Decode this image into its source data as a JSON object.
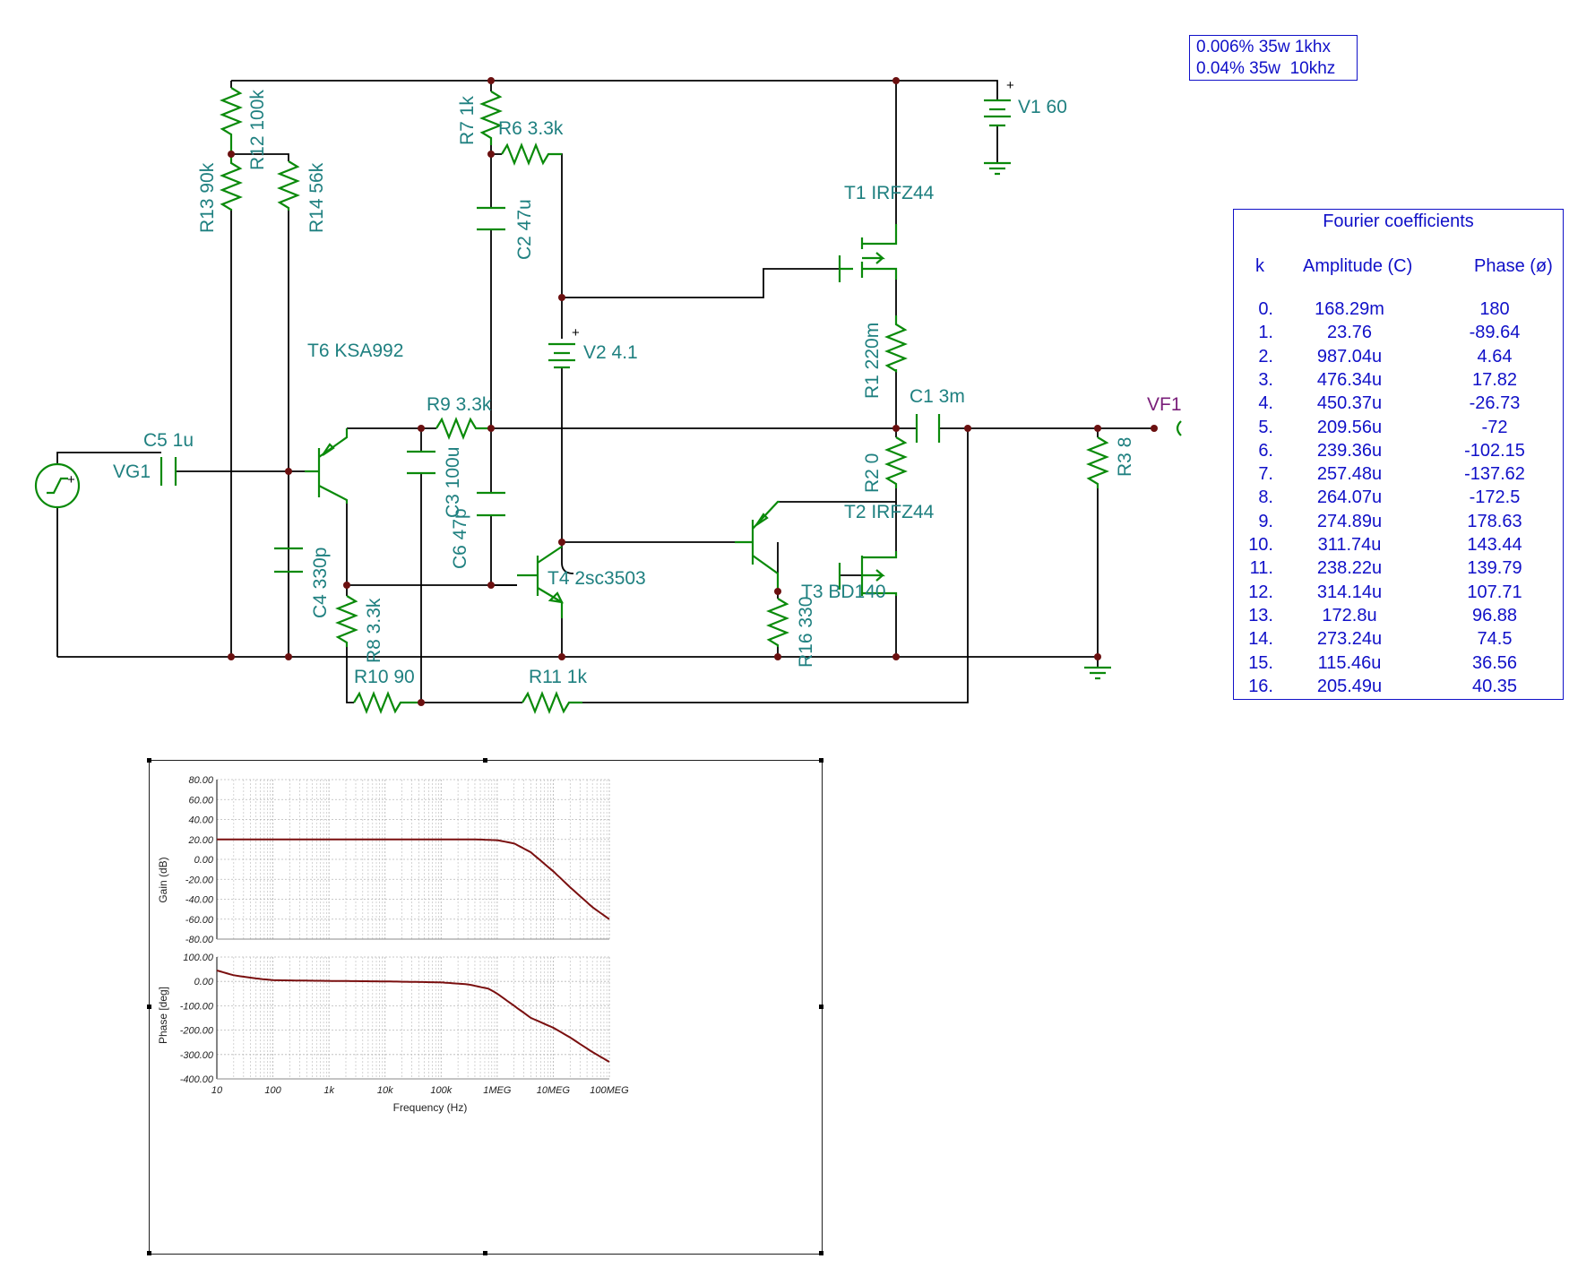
{
  "components": {
    "v1": "V1 60",
    "v2": "V2 4.1",
    "r12": "R12 100k",
    "r13": "R13 90k",
    "r14": "R14 56k",
    "r7": "R7 1k",
    "r6": "R6 3.3k",
    "c2": "C2 47u",
    "t1": "T1 IRFZ44",
    "t2": "T2 IRFZ44",
    "r1": "R1 220m",
    "c1": "C1 3m",
    "vf1": "VF1",
    "r3": "R3 8",
    "r2": "R2 0",
    "t6": "T6 KSA992",
    "r9": "R9 3.3k",
    "c5": "C5 1u",
    "vg1": "VG1",
    "c3": "C3 100u",
    "c6": "C6 47p",
    "c4": "C4 330p",
    "r8": "R8 3.3k",
    "t4": "T4 2sc3503",
    "t3": "T3 BD140",
    "r16": "R16 330",
    "r10": "R10 90",
    "r11": "R11 1k",
    "plus": "+"
  },
  "thd_note": {
    "line1": "0.006% 35w 1khx",
    "line2": "0.04% 35w  10khz"
  },
  "fourier": {
    "title": "Fourier coefficients",
    "headers": {
      "k": "k",
      "amplitude": "Amplitude (C)",
      "phase": "Phase (ø)"
    },
    "rows": [
      {
        "k": "0.",
        "amp": "168.29m",
        "phase": "180"
      },
      {
        "k": "1.",
        "amp": "23.76",
        "phase": "-89.64"
      },
      {
        "k": "2.",
        "amp": "987.04u",
        "phase": "4.64"
      },
      {
        "k": "3.",
        "amp": "476.34u",
        "phase": "17.82"
      },
      {
        "k": "4.",
        "amp": "450.37u",
        "phase": "-26.73"
      },
      {
        "k": "5.",
        "amp": "209.56u",
        "phase": "-72"
      },
      {
        "k": "6.",
        "amp": "239.36u",
        "phase": "-102.15"
      },
      {
        "k": "7.",
        "amp": "257.48u",
        "phase": "-137.62"
      },
      {
        "k": "8.",
        "amp": "264.07u",
        "phase": "-172.5"
      },
      {
        "k": "9.",
        "amp": "274.89u",
        "phase": "178.63"
      },
      {
        "k": "10.",
        "amp": "311.74u",
        "phase": "143.44"
      },
      {
        "k": "11.",
        "amp": "238.22u",
        "phase": "139.79"
      },
      {
        "k": "12.",
        "amp": "314.14u",
        "phase": "107.71"
      },
      {
        "k": "13.",
        "amp": "172.8u",
        "phase": "96.88"
      },
      {
        "k": "14.",
        "amp": "273.24u",
        "phase": "74.5"
      },
      {
        "k": "15.",
        "amp": "115.46u",
        "phase": "36.56"
      },
      {
        "k": "16.",
        "amp": "205.49u",
        "phase": "40.35"
      }
    ]
  },
  "bode": {
    "xlabel": "Frequency (Hz)",
    "x_ticks": [
      "10",
      "100",
      "1k",
      "10k",
      "100k",
      "1MEG",
      "10MEG",
      "100MEG"
    ],
    "gain_ylabel": "Gain (dB)",
    "gain_ticks": [
      "80.00",
      "60.00",
      "40.00",
      "20.00",
      "0.00",
      "-20.00",
      "-40.00",
      "-60.00",
      "-80.00"
    ],
    "phase_ylabel": "Phase [deg]",
    "phase_ticks": [
      "100.00",
      "0.00",
      "-100.00",
      "-200.00",
      "-300.00",
      "-400.00"
    ],
    "colors": {
      "curve": "#7a0f0f",
      "grid": "#b8b8b8"
    },
    "gain_curve": [
      [
        10,
        20
      ],
      [
        1000,
        20
      ],
      [
        100000,
        20
      ],
      [
        500000,
        19.9
      ],
      [
        1000000,
        19.2
      ],
      [
        2000000,
        16
      ],
      [
        4000000,
        7
      ],
      [
        10000000,
        -12
      ],
      [
        20000000,
        -28
      ],
      [
        50000000,
        -48
      ],
      [
        100000000,
        -60
      ]
    ],
    "phase_curve": [
      [
        10,
        45
      ],
      [
        20,
        25
      ],
      [
        50,
        12
      ],
      [
        100,
        5
      ],
      [
        1000,
        2
      ],
      [
        10000,
        0
      ],
      [
        100000,
        -4
      ],
      [
        300000,
        -12
      ],
      [
        700000,
        -30
      ],
      [
        1000000,
        -50
      ],
      [
        2000000,
        -100
      ],
      [
        4000000,
        -150
      ],
      [
        10000000,
        -190
      ],
      [
        20000000,
        -230
      ],
      [
        50000000,
        -290
      ],
      [
        100000000,
        -330
      ]
    ]
  }
}
